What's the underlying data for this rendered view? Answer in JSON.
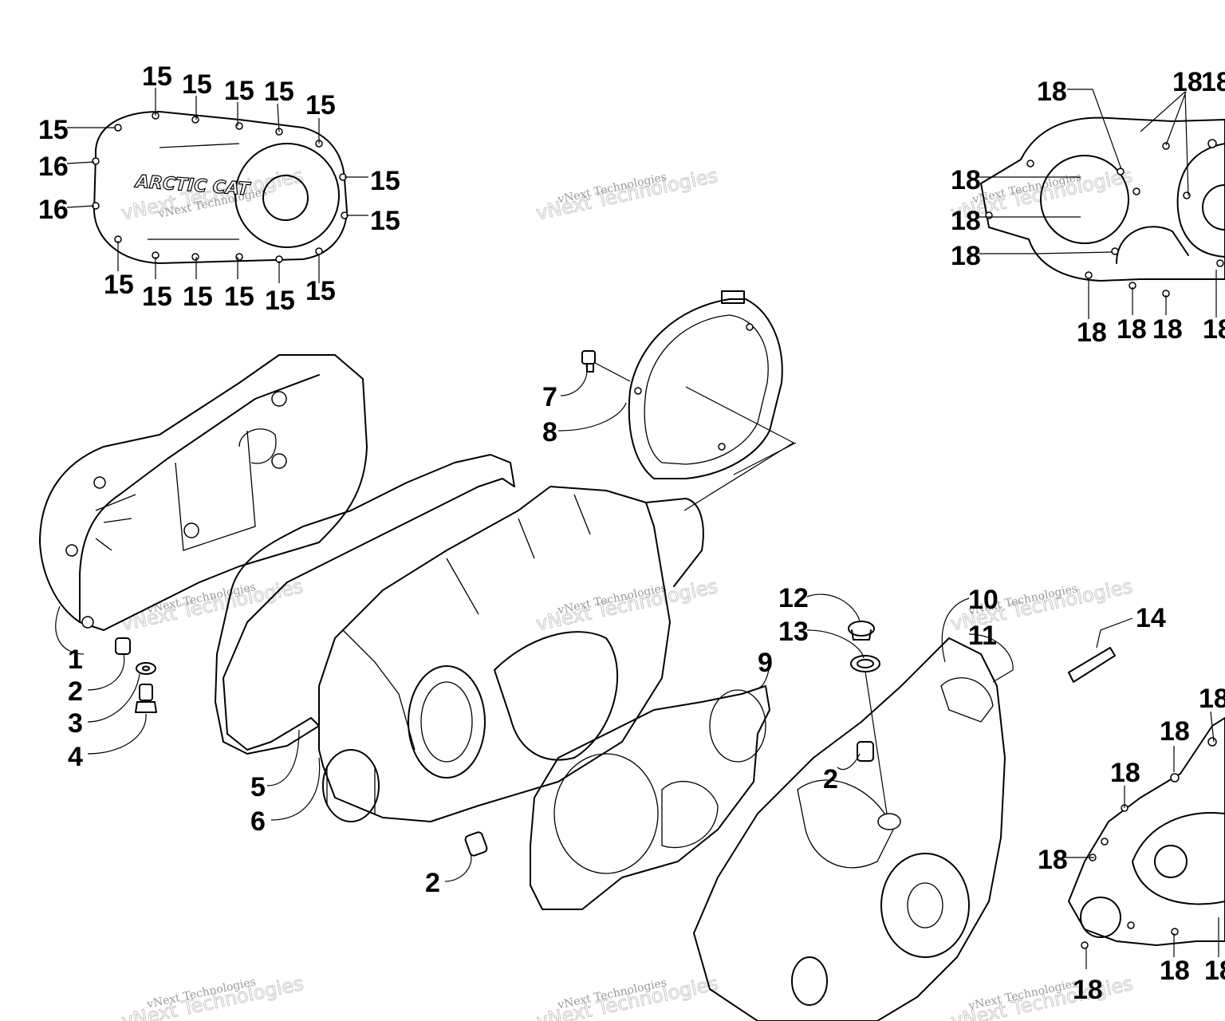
{
  "diagram": {
    "brand_logo_text": "ARCTIC CAT",
    "watermark": {
      "big": "vNext Technologies",
      "small": "vNext Technologies"
    },
    "callouts": {
      "c1": "1",
      "c2": "2",
      "c3": "3",
      "c4": "4",
      "c5": "5",
      "c6": "6",
      "c7": "7",
      "c8": "8",
      "c9": "9",
      "c10": "10",
      "c11": "11",
      "c12": "12",
      "c13": "13",
      "c14": "14",
      "c15": "15",
      "c16": "16",
      "c18": "18"
    }
  }
}
